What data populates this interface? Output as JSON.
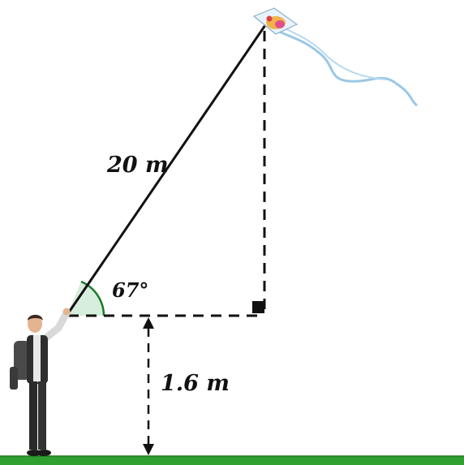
{
  "labels": {
    "string_length": "20 m",
    "angle": "67°",
    "height": "1.6 m"
  },
  "colors": {
    "ground": "#2fa02f",
    "ground_edge": "#1f7a1f",
    "angle_fill": "#d7eedc",
    "angle_arc": "#1a7a2a",
    "line": "#111111",
    "kite_tail": "#9cc7e6"
  },
  "icons": {
    "kite": "kite-icon",
    "person": "person-with-backpack-icon",
    "right_angle": "right-angle-marker-icon"
  }
}
